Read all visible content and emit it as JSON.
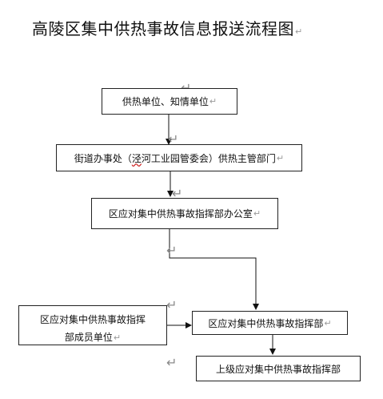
{
  "title": "高陵区集中供热事故信息报送流程图",
  "paragraph_mark": "↵",
  "nodes": {
    "reporting_units": "供热单位、知情单位",
    "subdistrict_office_prefix": "街道办事处（",
    "subdistrict_office_squiggle": "泾",
    "subdistrict_office_suffix": "河工业园管委会）供热主管部门",
    "command_office": "区应对集中供热事故指挥部办公室",
    "member_units_line1": "区应对集中供热事故指挥",
    "member_units_line2": "部成员单位",
    "command_hq": "区应对集中供热事故指挥部",
    "superior_command_hq": "上级应对集中供热事故指挥部"
  }
}
